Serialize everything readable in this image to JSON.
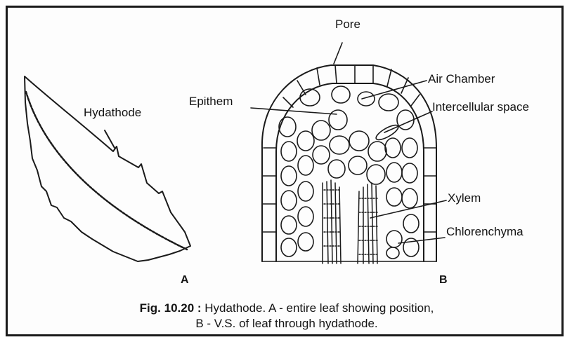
{
  "labels": {
    "hydathode": "Hydathode",
    "pore": "Pore",
    "air_chamber": "Air Chamber",
    "epithem": "Epithem",
    "intercellular_space": "Intercellular space",
    "xylem": "Xylem",
    "chlorenchyma": "Chlorenchyma"
  },
  "panels": {
    "a": "A",
    "b": "B"
  },
  "caption": {
    "fig_number": "Fig. 10.20 :",
    "line1": "Hydathode. A - entire leaf showing position,",
    "line2": "B - V.S. of leaf through hydathode."
  }
}
